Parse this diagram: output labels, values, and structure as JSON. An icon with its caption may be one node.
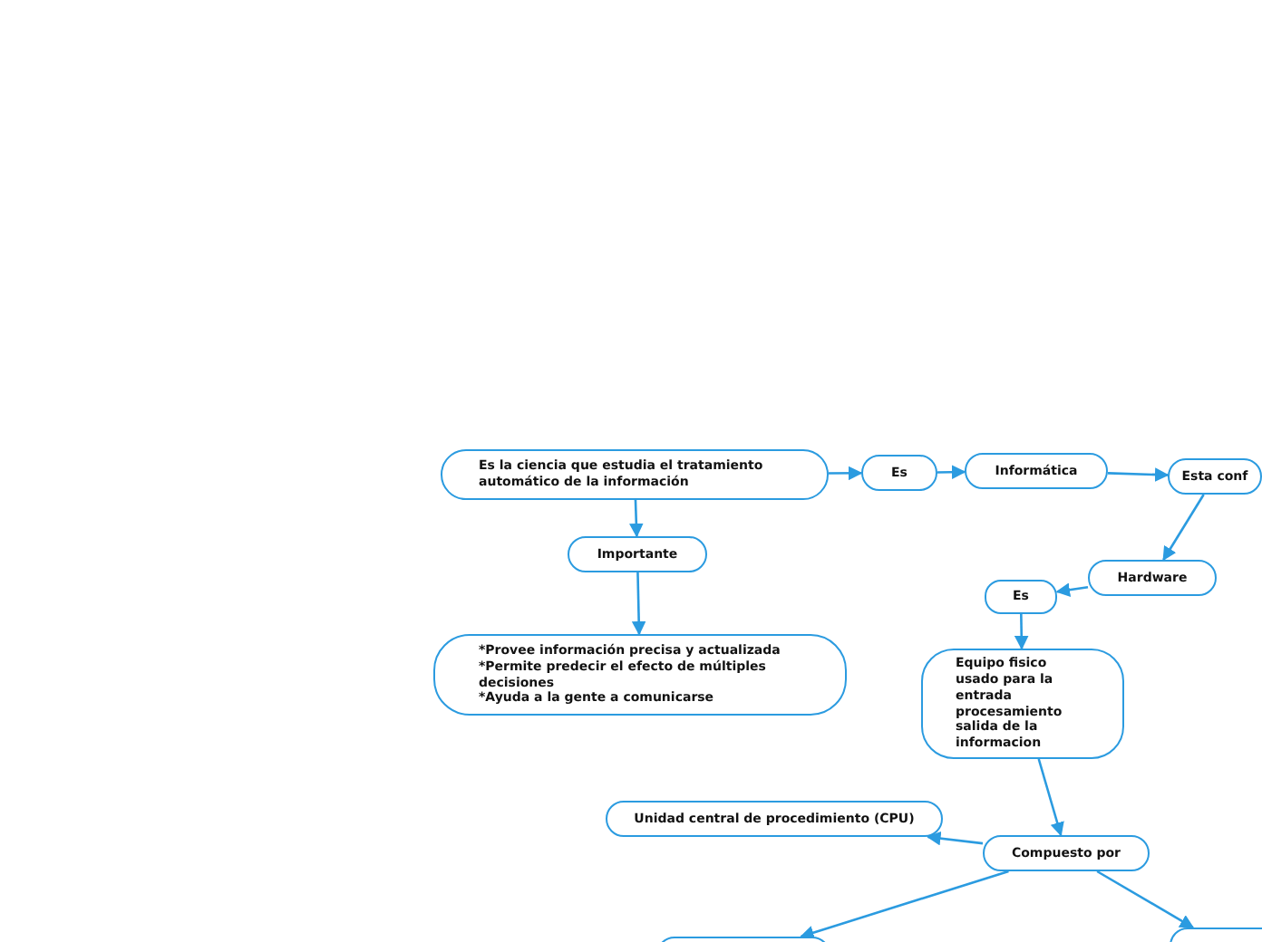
{
  "diagram": {
    "nodes": [
      {
        "text": [
          "Es la ciencia que estudia el tratamiento automático de la información"
        ]
      },
      {
        "text": [
          "Es"
        ]
      },
      {
        "text": [
          "Informática"
        ]
      },
      {
        "text": [
          "Esta conf"
        ]
      },
      {
        "text": [
          "Importante"
        ]
      },
      {
        "text": [
          "*Provee información precisa y actualizada",
          "*Permite predecir el efecto de múltiples decisiones",
          "*Ayuda a la gente a comunicarse"
        ]
      },
      {
        "text": [
          "Hardware"
        ]
      },
      {
        "text": [
          "Es"
        ]
      },
      {
        "text": [
          "Equipo fisico usado para la entrada procesamiento salida de la informacion"
        ]
      },
      {
        "text": [
          "Unidad central de procedimiento (CPU)"
        ]
      },
      {
        "text": [
          "Compuesto por"
        ]
      },
      {
        "text": [],
        "shape": "box"
      },
      {
        "text": [],
        "shape": "box"
      }
    ],
    "edges": [
      {
        "from": 0,
        "to": 1,
        "arrow": "to"
      },
      {
        "from": 1,
        "to": 2,
        "arrow": "to"
      },
      {
        "from": 2,
        "to": 3,
        "arrow": "to"
      },
      {
        "from": 0,
        "to": 4,
        "arrow": "to"
      },
      {
        "from": 4,
        "to": 5,
        "arrow": "to"
      },
      {
        "from": 3,
        "to": 6,
        "arrow": "to"
      },
      {
        "from": 6,
        "to": 7,
        "arrow": "to"
      },
      {
        "from": 7,
        "to": 8,
        "arrow": "to"
      },
      {
        "from": 8,
        "to": 10,
        "arrow": "to"
      },
      {
        "from": 10,
        "to": 9,
        "arrow": "to"
      },
      {
        "from": 10,
        "to": 11,
        "arrow": "to"
      },
      {
        "from": 10,
        "to": 12,
        "arrow": "to"
      }
    ]
  }
}
